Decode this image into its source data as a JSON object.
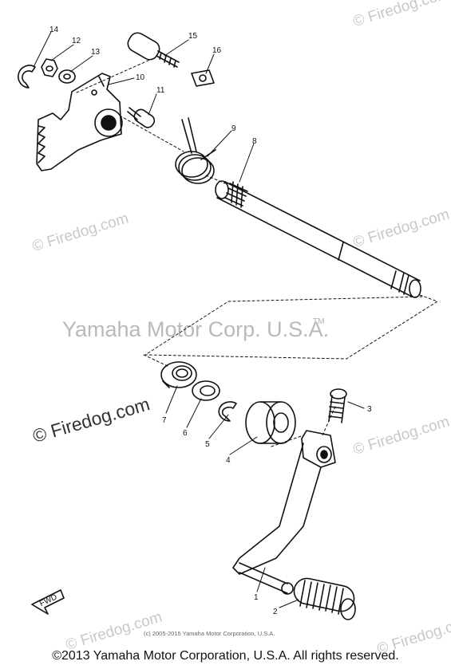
{
  "watermark": {
    "site": "© Firedog.com",
    "center": "Yamaha Motor Corp. U.S.A.",
    "trademark": "TM"
  },
  "copyright_small": "(c) 2005-2015 Yamaha Motor Corporation, U.S.A.",
  "footer": "©2013 Yamaha Motor Corporation, U.S.A. All rights reserved.",
  "fwd_label": "FWD",
  "callouts": [
    "1",
    "2",
    "3",
    "4",
    "5",
    "6",
    "7",
    "8",
    "9",
    "10",
    "11",
    "12",
    "13",
    "14",
    "15",
    "16"
  ]
}
